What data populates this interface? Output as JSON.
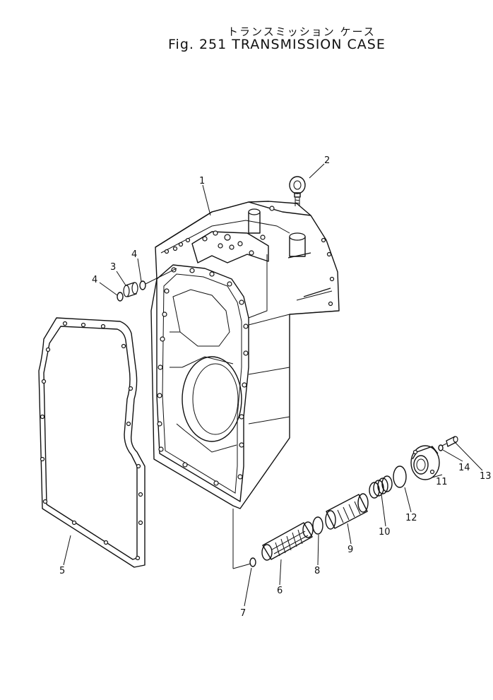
{
  "title": {
    "japanese": "トランスミッション ケース",
    "english": "Fig. 251 TRANSMISSION CASE"
  },
  "callouts": [
    "1",
    "2",
    "3",
    "4",
    "4",
    "5",
    "6",
    "7",
    "8",
    "9",
    "10",
    "11",
    "12",
    "13",
    "14"
  ],
  "parts": [
    {
      "ref": "1",
      "icon": "transmission-case-icon"
    },
    {
      "ref": "2",
      "icon": "eye-bolt-icon"
    },
    {
      "ref": "3",
      "icon": "plug-icon"
    },
    {
      "ref": "4",
      "icon": "o-ring-icon"
    },
    {
      "ref": "5",
      "icon": "gasket-icon"
    },
    {
      "ref": "6",
      "icon": "strainer-element-icon"
    },
    {
      "ref": "7",
      "icon": "o-ring-icon"
    },
    {
      "ref": "8",
      "icon": "o-ring-icon"
    },
    {
      "ref": "9",
      "icon": "strainer-icon"
    },
    {
      "ref": "10",
      "icon": "spring-icon"
    },
    {
      "ref": "11",
      "icon": "cover-icon"
    },
    {
      "ref": "12",
      "icon": "o-ring-icon"
    },
    {
      "ref": "13",
      "icon": "bolt-icon"
    },
    {
      "ref": "14",
      "icon": "washer-icon"
    }
  ],
  "colors": {
    "ink": "#111111",
    "paper": "#ffffff"
  }
}
